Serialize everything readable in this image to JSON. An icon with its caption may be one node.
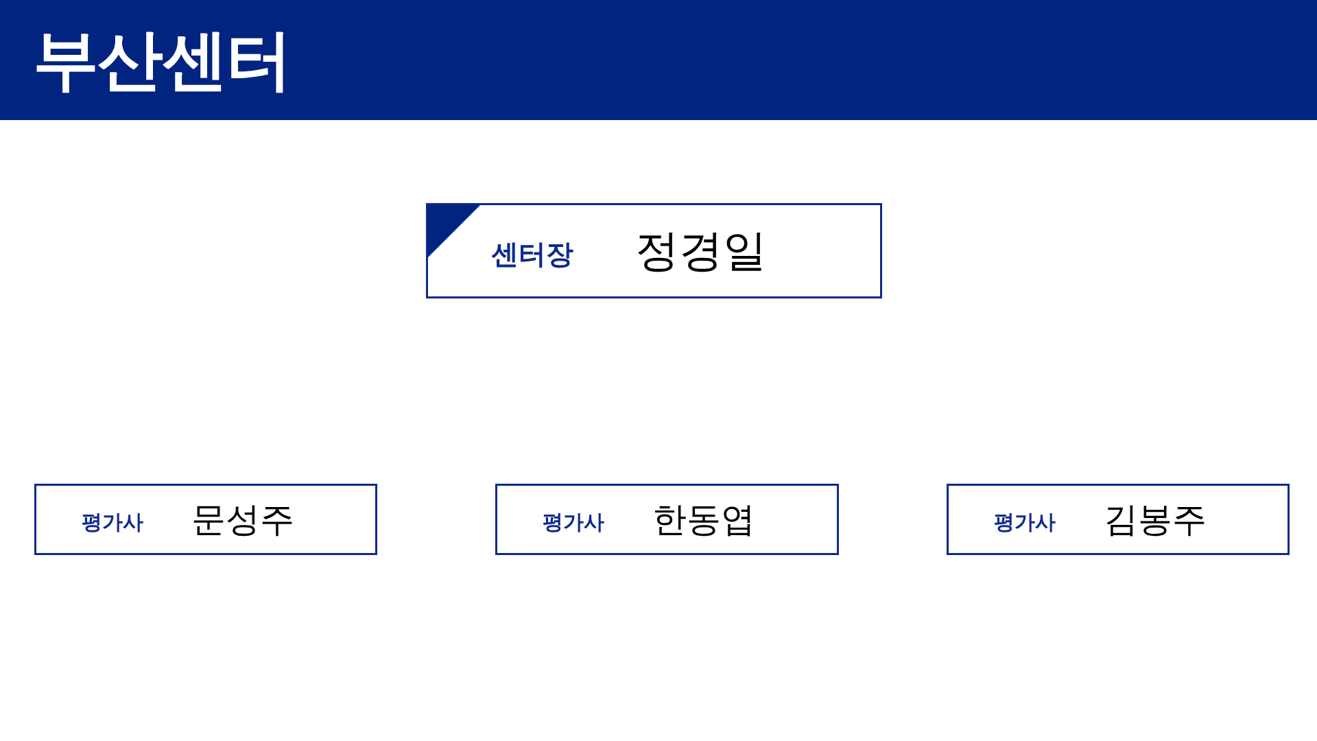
{
  "diagram": {
    "title": "부산센터",
    "nodes": [
      {
        "text": [
          "센터장",
          "정경일"
        ]
      },
      {
        "text": [
          "평가사",
          "문성주"
        ]
      },
      {
        "text": [
          "평가사",
          "한동엽"
        ]
      },
      {
        "text": [
          "평가사",
          "김봉주"
        ]
      }
    ]
  }
}
